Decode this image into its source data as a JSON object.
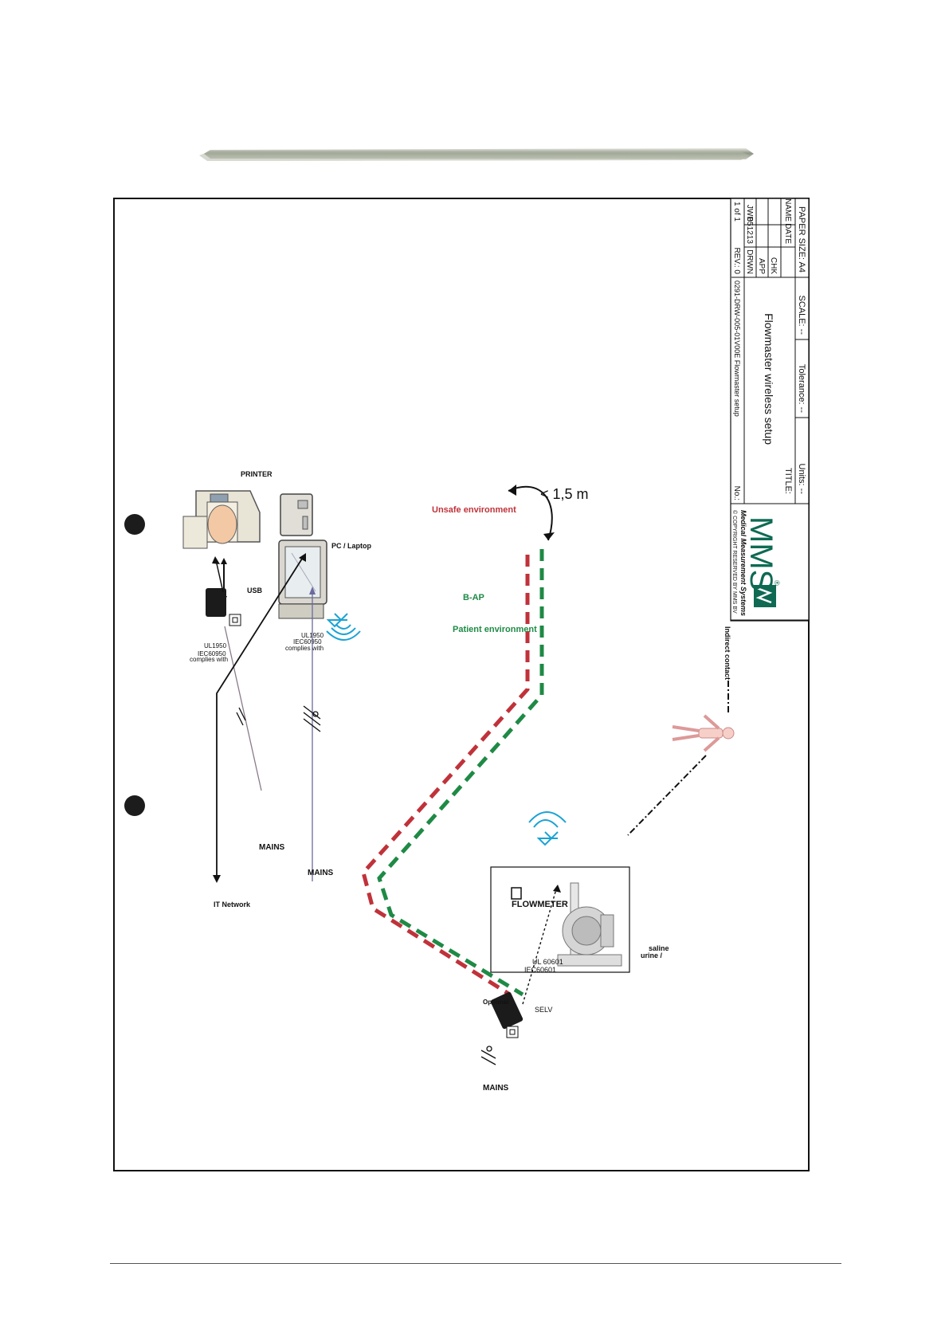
{
  "colors": {
    "unsafe": "#c0323a",
    "patient": "#1e8a45",
    "signal": "#1ba3d4",
    "border": "#111111"
  },
  "icons": [
    "decorative-rule",
    "hole-punch-mark",
    "printer-icon",
    "pc-laptop-icon",
    "power-adapter-icon",
    "bluetooth-icon",
    "flowmeter-device-icon",
    "patient-figure-icon",
    "mms-logo"
  ],
  "labels": {
    "printer": "PRINTER",
    "usb": "USB",
    "pc_laptop": "PC / Laptop",
    "complies_printer": [
      "complies with",
      "IEC60950",
      "UL1950"
    ],
    "complies_pc": [
      "complies with",
      "IEC60950",
      "UL1950"
    ],
    "unsafe_env": "Unsafe environment",
    "patient_env": [
      "Patient environment",
      "B-AP"
    ],
    "distance": "< 1,5 m",
    "mains_1": "MAINS",
    "mains_2": "MAINS",
    "mains_3": "MAINS",
    "it_network": "IT Network",
    "optional": "Optional",
    "iec60601": [
      "IEC60601",
      "UL 60601"
    ],
    "selv": "SELV",
    "flowmeter": "FLOWMETER",
    "urine_saline": [
      "urine /",
      "saline"
    ],
    "indirect_contact": "Indirect contact"
  },
  "title_block": {
    "logo_text": "MMS",
    "logo_reg": "®",
    "company": "Medical Measurement Systems",
    "copyright": "© COPYRIGHT RESERVED BY MMS BV",
    "units": "Units: --",
    "tolerance": "Tolerance: --",
    "scale": "SCALE: --",
    "paper_size": "PAPER SIZE: A4",
    "title_label": "TITLE:",
    "title": "Flowmaster wireless setup",
    "date_header": "DATE",
    "name_header": "NAME",
    "chk": "CHK",
    "app": "APP",
    "drwn": "DRWN",
    "drwn_date": "051213",
    "drwn_name": "JWB",
    "rev": "REV.: 0",
    "sheet": "1 of 1",
    "no_label": "No.:",
    "drawing_no": "0291-DRW-005-01V00E Flowmaster setup"
  }
}
